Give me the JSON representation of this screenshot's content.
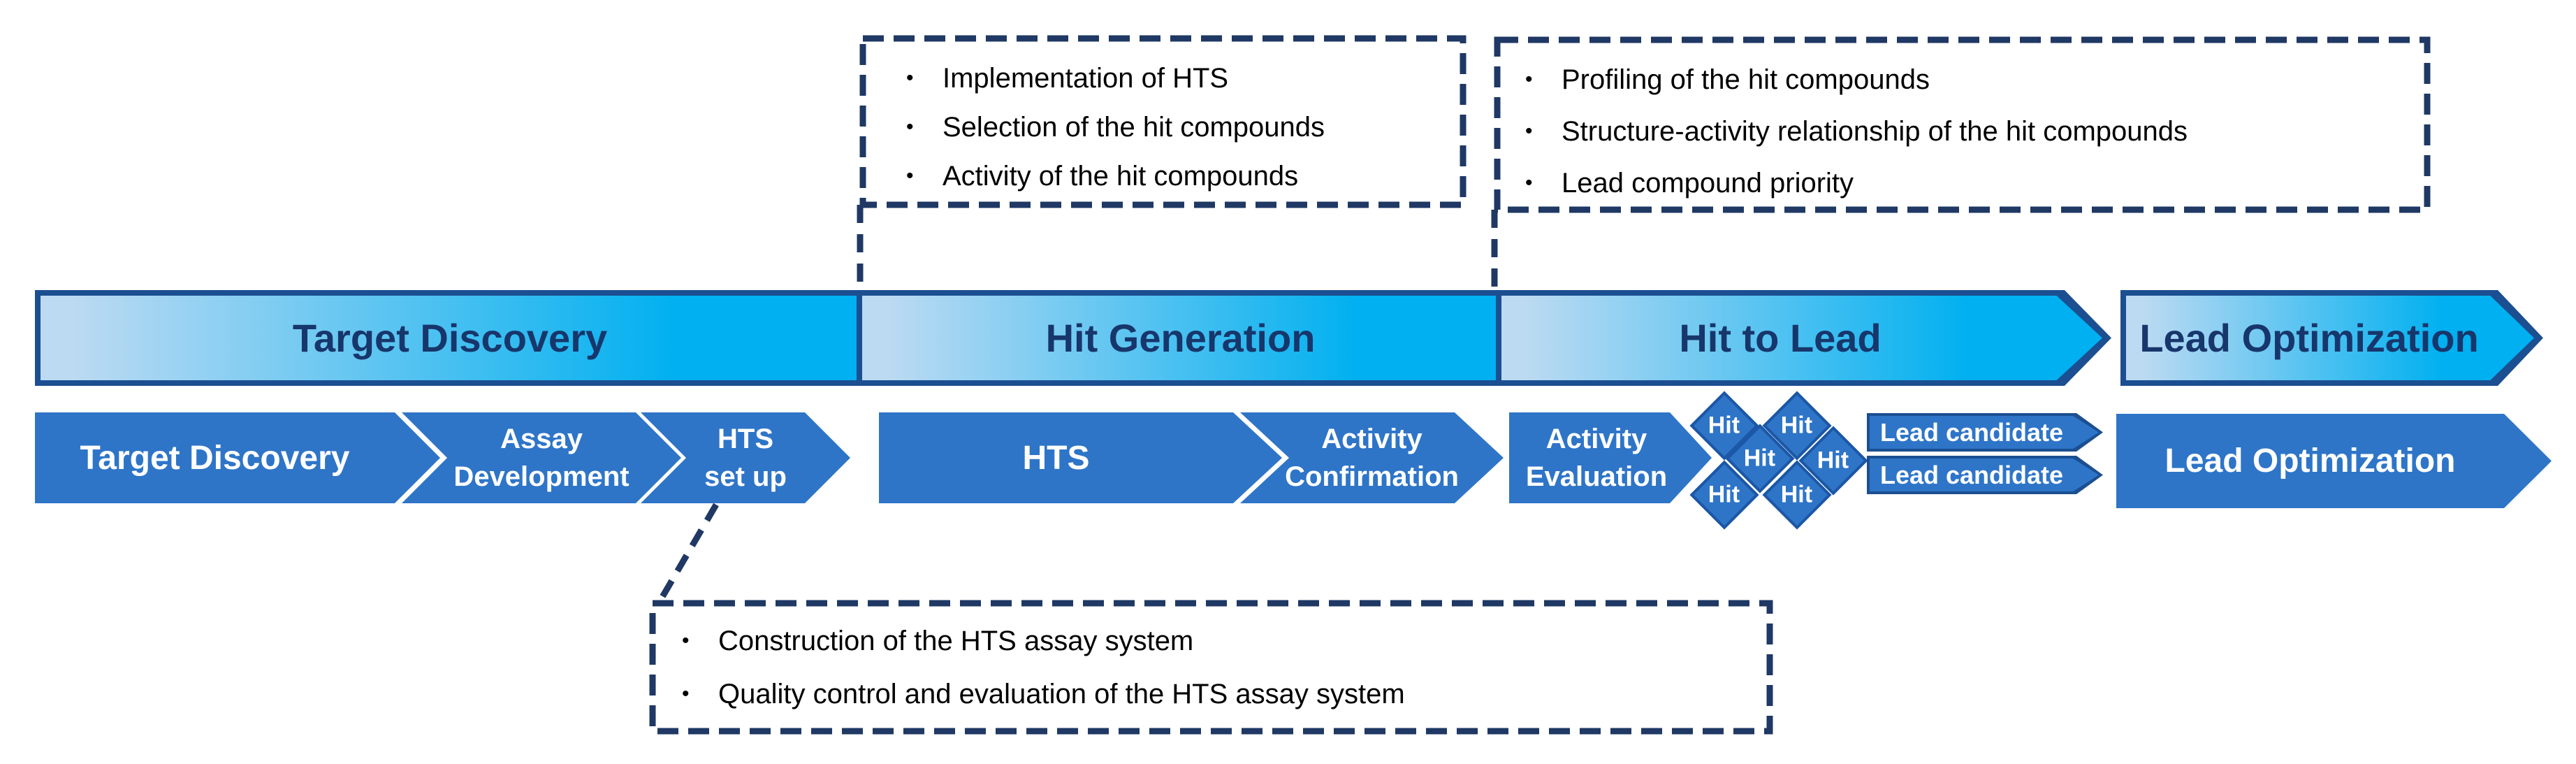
{
  "colors": {
    "band_light": "#BCDAF2",
    "band_bright": "#00B0F0",
    "band_border": "#1B4F91",
    "band_text": "#17366B",
    "step_blue": "#2E75C8",
    "step_border": "#1C57A5",
    "dash_navy": "#1F3864",
    "step_text": "#FFFFFF",
    "callout_text": "#000000"
  },
  "callouts": {
    "hit_generation": {
      "items": [
        "Implementation of HTS",
        "Selection of the hit compounds",
        "Activity of the hit compounds"
      ]
    },
    "hit_to_lead": {
      "items": [
        "Profiling of the hit compounds",
        "Structure-activity relationship of the hit compounds",
        "Lead compound priority"
      ]
    },
    "hts_setup": {
      "items": [
        "Construction of the HTS assay system",
        "Quality control and evaluation of the HTS assay system"
      ]
    }
  },
  "banner": {
    "segments": [
      {
        "label": "Target Discovery"
      },
      {
        "label": "Hit Generation"
      },
      {
        "label": "Hit to Lead"
      },
      {
        "label": "Lead Optimization"
      }
    ]
  },
  "row": {
    "steps": [
      {
        "lines": [
          "Target Discovery"
        ]
      },
      {
        "lines": [
          "Assay",
          "Development"
        ]
      },
      {
        "lines": [
          "HTS",
          "set up"
        ]
      },
      {
        "lines": [
          "HTS"
        ]
      },
      {
        "lines": [
          "Activity",
          "Confirmation"
        ]
      },
      {
        "lines": [
          "Activity",
          "Evaluation"
        ]
      },
      {
        "lines": [
          "Lead Optimization"
        ]
      }
    ],
    "hits": [
      "Hit",
      "Hit",
      "Hit",
      "Hit",
      "Hit",
      "Hit"
    ],
    "lead_candidates": [
      "Lead candidate",
      "Lead candidate"
    ]
  }
}
